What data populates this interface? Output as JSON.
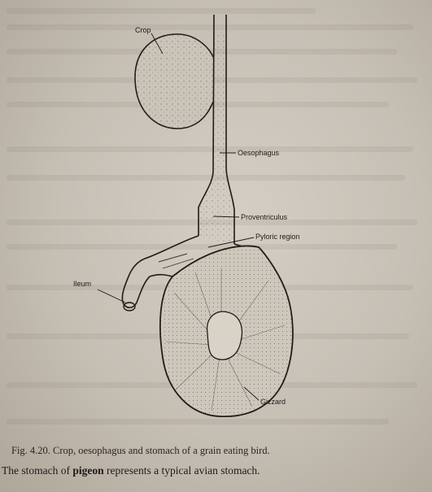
{
  "figure": {
    "labels": {
      "crop": "Crop",
      "oesophagus": "Oesophagus",
      "proventriculus": "Proventriculus",
      "pyloric_region": "Pyloric region",
      "ileum": "Ileum",
      "gizzard": "Gizzard"
    },
    "caption": "Fig. 4.20. Crop, oesophagus and stomach of a grain eating bird."
  },
  "body_text": {
    "prefix": "The stomach of ",
    "emphasis": "pigeon",
    "suffix": " represents a typical avian stomach."
  }
}
